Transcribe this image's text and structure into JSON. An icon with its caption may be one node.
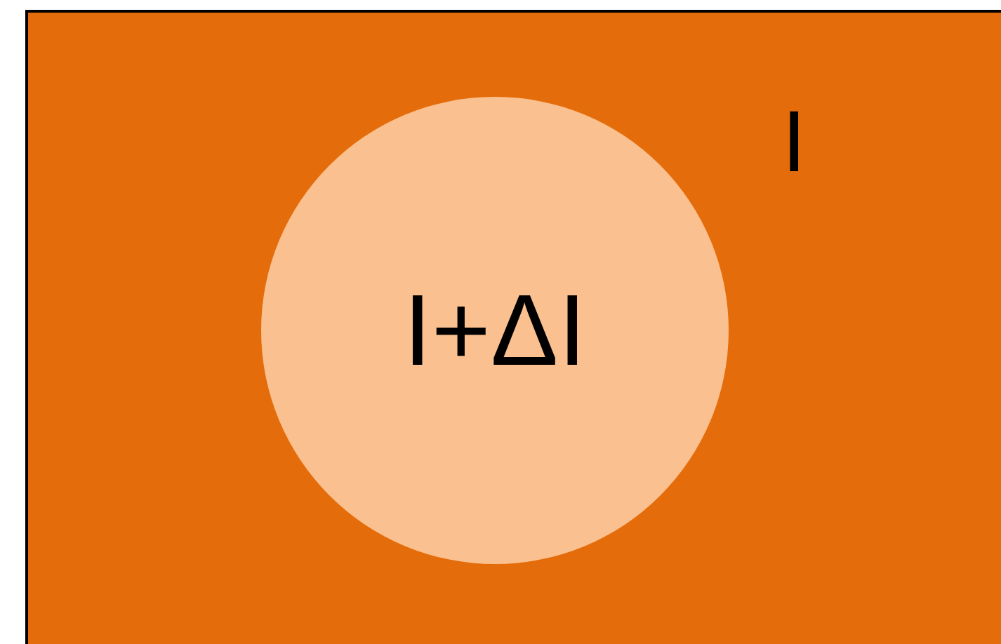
{
  "diagram": {
    "nodes": [
      {
        "text": [
          "I"
        ]
      },
      {
        "text": [
          "I+ΔI"
        ],
        "in": 0
      }
    ]
  }
}
